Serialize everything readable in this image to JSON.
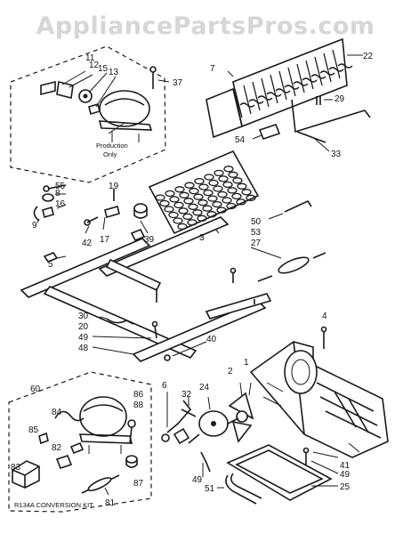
{
  "watermark": "AppliancePartsPros.com",
  "kit_label": "R134A CONVERSION KIT",
  "production_note": [
    "Production",
    "Only"
  ],
  "callouts": [
    "11",
    "12",
    "15",
    "13",
    "37",
    "7",
    "22",
    "29",
    "54",
    "33",
    "55",
    "8",
    "16",
    "9",
    "19",
    "3",
    "39",
    "17",
    "42",
    "5",
    "50",
    "53",
    "27",
    "30",
    "20",
    "49",
    "48",
    "40",
    "4",
    "2",
    "1",
    "32",
    "24",
    "6",
    "60",
    "84",
    "85",
    "82",
    "83",
    "86",
    "88",
    "87",
    "81",
    "41",
    "49",
    "25",
    "51",
    "49"
  ]
}
